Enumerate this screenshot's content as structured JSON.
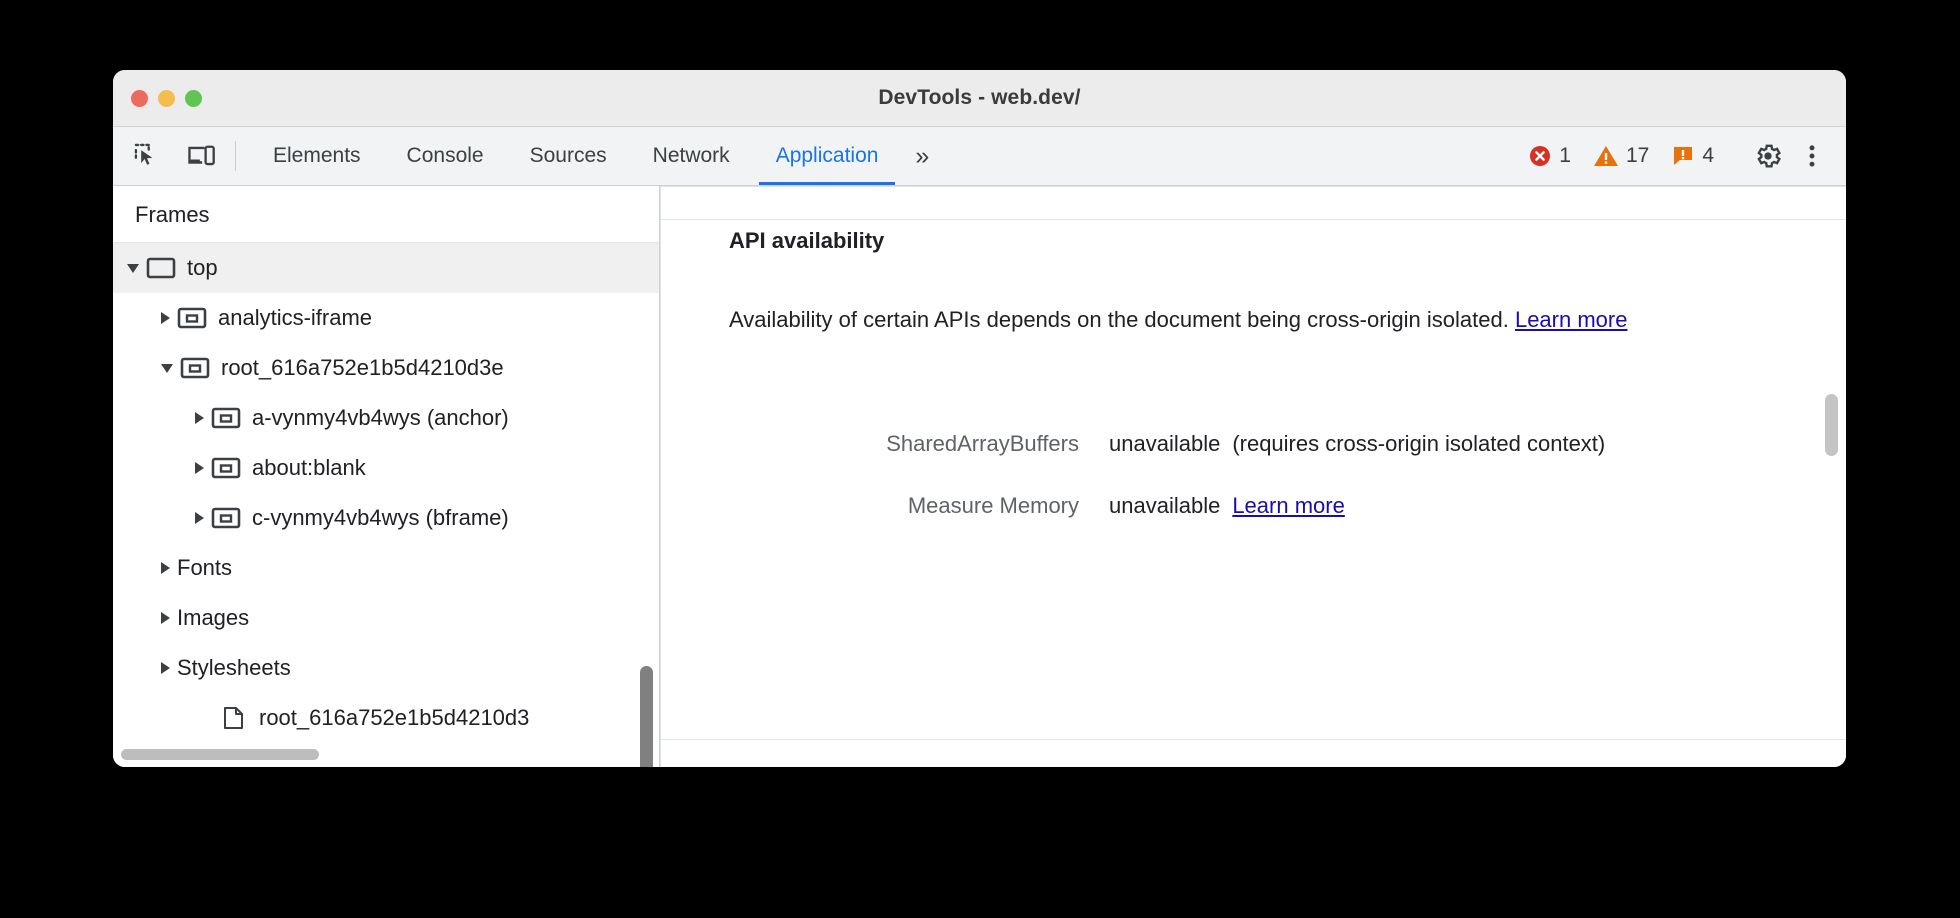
{
  "window": {
    "title": "DevTools - web.dev/",
    "traffic_lights": [
      "close-red",
      "minimize-yellow",
      "maximize-green"
    ]
  },
  "toolbar": {
    "inspect_icon": "inspect-element-icon",
    "device_icon": "device-toolbar-icon",
    "settings_icon": "gear-icon",
    "more_icon": "vertical-dots-icon",
    "more_tabs_label": "»"
  },
  "tabs": [
    {
      "label": "Elements",
      "active": false
    },
    {
      "label": "Console",
      "active": false
    },
    {
      "label": "Sources",
      "active": false
    },
    {
      "label": "Network",
      "active": false
    },
    {
      "label": "Application",
      "active": true
    }
  ],
  "counters": {
    "errors": "1",
    "warnings": "17",
    "issues": "4",
    "error_color": "#d93025",
    "warning_color": "#e8710a",
    "issue_color": "#e8710a",
    "accent_color": "#1a73e8"
  },
  "sidebar": {
    "title": "Frames",
    "tree": [
      {
        "label": "top",
        "depth": 0,
        "twisty": "open",
        "icon": "frame-icon",
        "selected": true
      },
      {
        "label": "analytics-iframe",
        "depth": 1,
        "twisty": "closed",
        "icon": "iframe-icon",
        "selected": false
      },
      {
        "label": "root_616a752e1b5d4210d3e",
        "depth": 1,
        "twisty": "open",
        "icon": "iframe-icon",
        "selected": false
      },
      {
        "label": "a-vynmy4vb4wys (anchor)",
        "depth": 2,
        "twisty": "closed",
        "icon": "iframe-icon",
        "selected": false
      },
      {
        "label": "about:blank",
        "depth": 2,
        "twisty": "closed",
        "icon": "iframe-icon",
        "selected": false
      },
      {
        "label": "c-vynmy4vb4wys (bframe)",
        "depth": 2,
        "twisty": "closed",
        "icon": "iframe-icon",
        "selected": false
      },
      {
        "label": "Fonts",
        "depth": 1,
        "twisty": "closed",
        "icon": "none",
        "selected": false
      },
      {
        "label": "Images",
        "depth": 1,
        "twisty": "closed",
        "icon": "none",
        "selected": false
      },
      {
        "label": "Stylesheets",
        "depth": 1,
        "twisty": "closed",
        "icon": "none",
        "selected": false
      },
      {
        "label": "root_616a752e1b5d4210d3",
        "depth": 2,
        "twisty": "none",
        "icon": "document-icon",
        "selected": false
      }
    ]
  },
  "main": {
    "heading": "API availability",
    "paragraph_before_link": "Availability of certain APIs depends on the document being cross-origin isolated. ",
    "paragraph_link": "Learn more",
    "rows": [
      {
        "label": "SharedArrayBuffers",
        "value": "unavailable",
        "note": "(requires cross-origin isolated context)",
        "link": ""
      },
      {
        "label": "Measure Memory",
        "value": "unavailable",
        "note": "",
        "link": "Learn more"
      }
    ]
  }
}
